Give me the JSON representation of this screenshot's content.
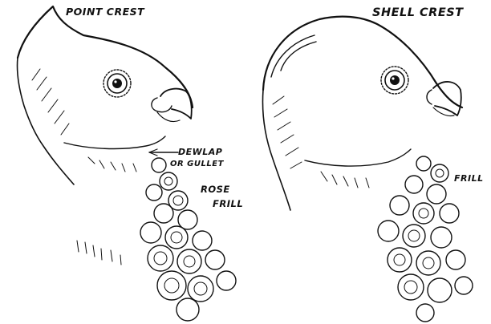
{
  "labels": {
    "point_crest": "POINT CREST",
    "shell_crest": "SHELL CREST",
    "dewlap": "DEWLAP",
    "or_gullet": "OR GULLET",
    "rose": "ROSE",
    "rose_frill": "FRILL",
    "shell_frill": "FRILL"
  },
  "colors": {
    "ink": "#111111",
    "paper": "#ffffff"
  }
}
